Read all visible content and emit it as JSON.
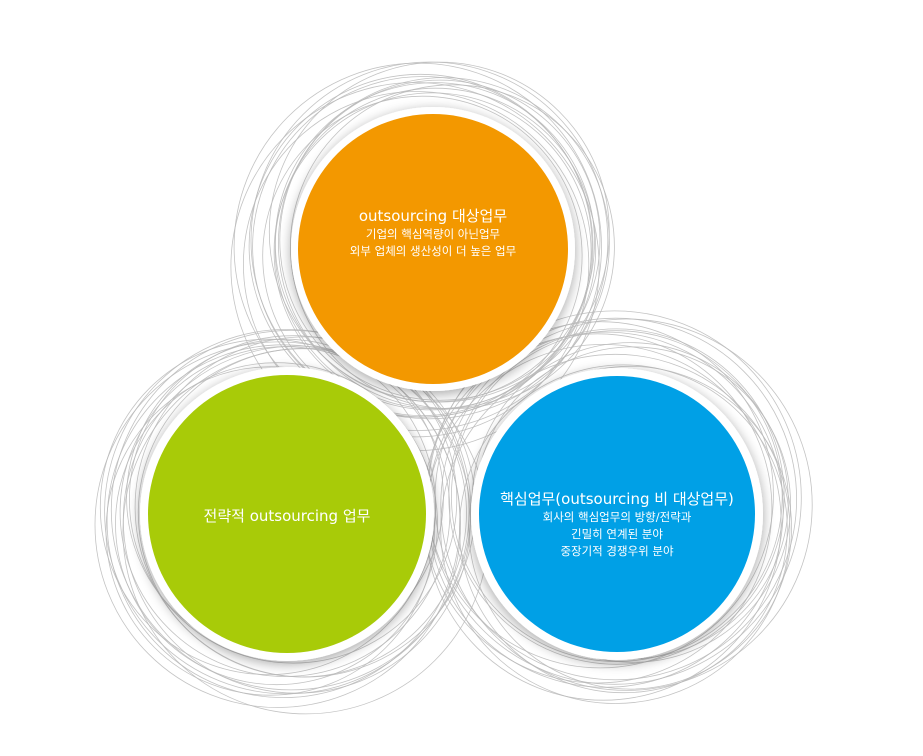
{
  "colors": {
    "orange": "#f39800",
    "green": "#a8cb08",
    "blue": "#00a0e6",
    "ring": "#b8b8b8"
  },
  "circles": {
    "orange": {
      "title": "outsourcing 대상업무",
      "lines": [
        "기업의 핵심역량이 아닌업무",
        "외부 업체의 생산성이 더 높은 업무"
      ]
    },
    "green": {
      "title": "전략적 outsourcing 업무",
      "lines": []
    },
    "blue": {
      "title": "핵심업무(outsourcing 비 대상업무)",
      "lines": [
        "회사의 핵심업무의 방향/전략과",
        "긴밀히 연계된 분야",
        "중장기적 경쟁우위 분야"
      ]
    }
  }
}
